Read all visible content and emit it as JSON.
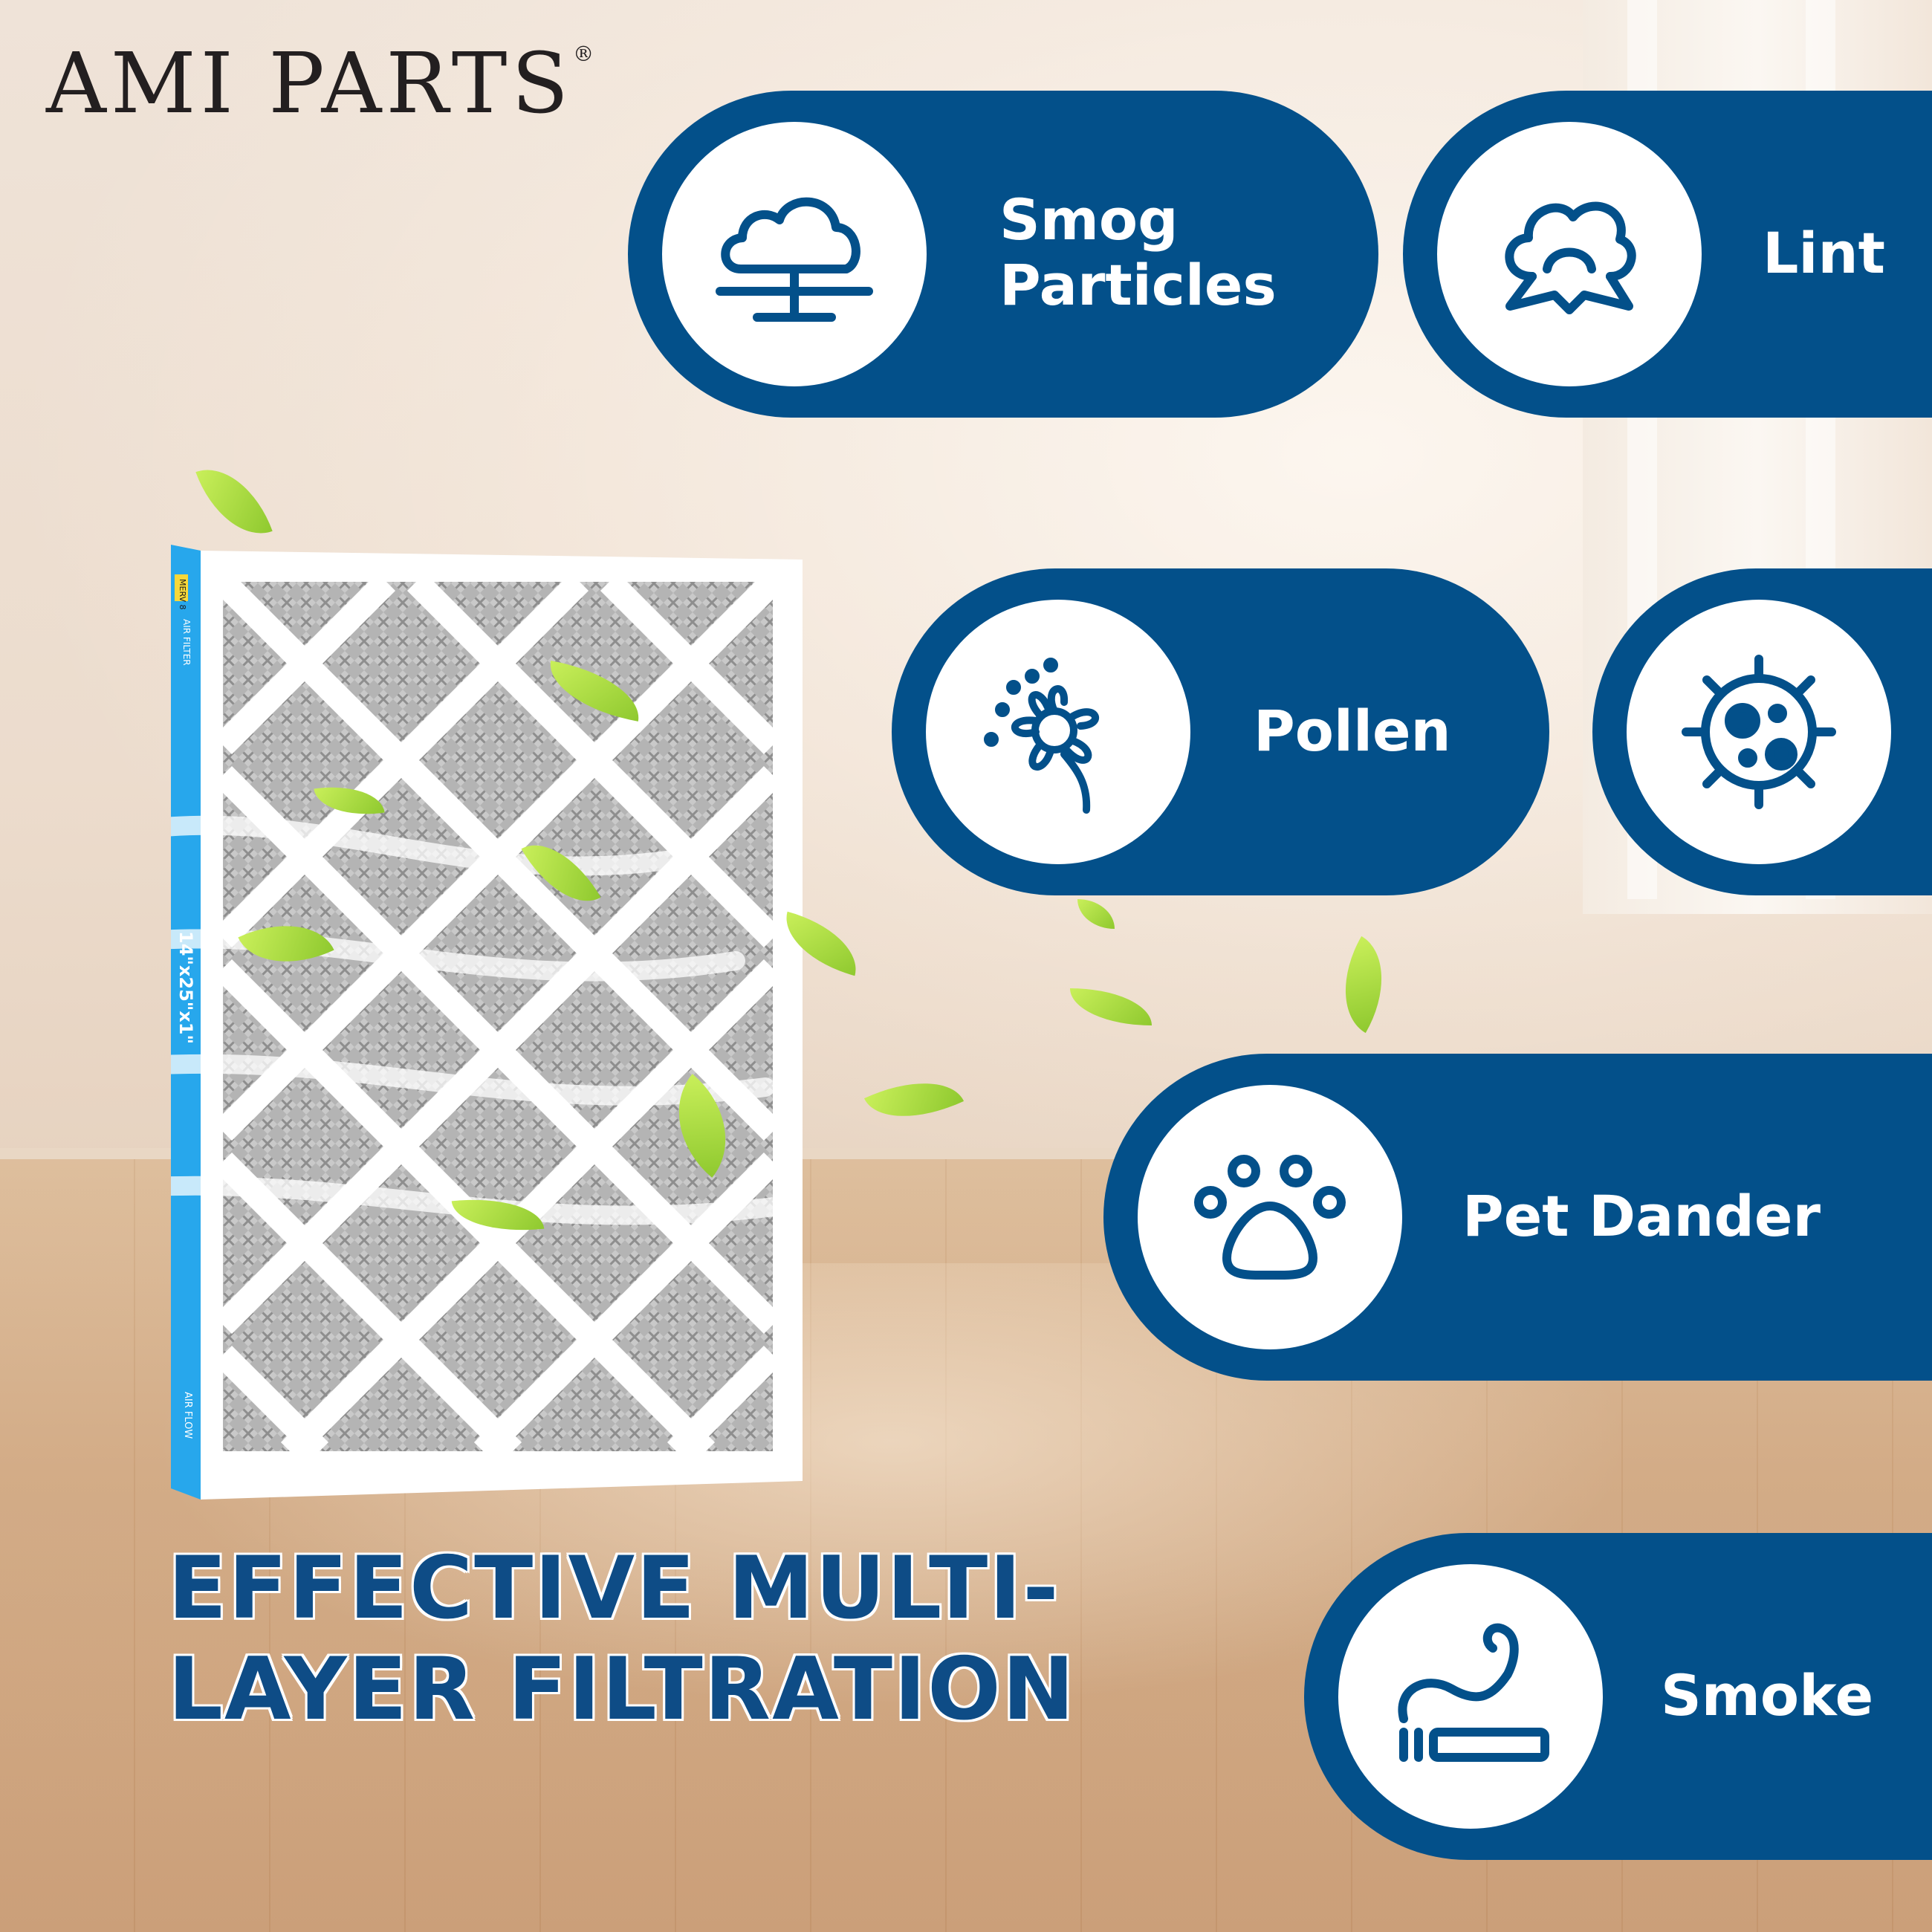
{
  "brand": {
    "name": "AMI PARTS",
    "registered": "®"
  },
  "headline": {
    "line1": "EFFECTIVE MULTI-",
    "line2": "LAYER FILTRATION"
  },
  "features": [
    {
      "line1": "Smog",
      "line2": "Particles",
      "icon": "smog-cloud-icon"
    },
    {
      "line1": "Lint",
      "icon": "lint-cotton-icon"
    },
    {
      "line1": "Pollen",
      "icon": "pollen-flower-icon"
    },
    {
      "line1": "",
      "icon": "bacteria-icon"
    },
    {
      "line1": "Pet Dander",
      "icon": "paw-icon"
    },
    {
      "line1": "Smoke",
      "icon": "cigarette-smoke-icon"
    }
  ],
  "product": {
    "size_label": "14\"x25\"x1\"",
    "rating_badge": "MERV 8",
    "side_text": "AIR FILTER",
    "airflow_label": "AIR FLOW"
  },
  "colors": {
    "pill_blue": "#03508a",
    "headline_blue": "#0e4c86",
    "filter_side_blue": "#27a7ec",
    "leaf_green": "#a6d83a"
  }
}
